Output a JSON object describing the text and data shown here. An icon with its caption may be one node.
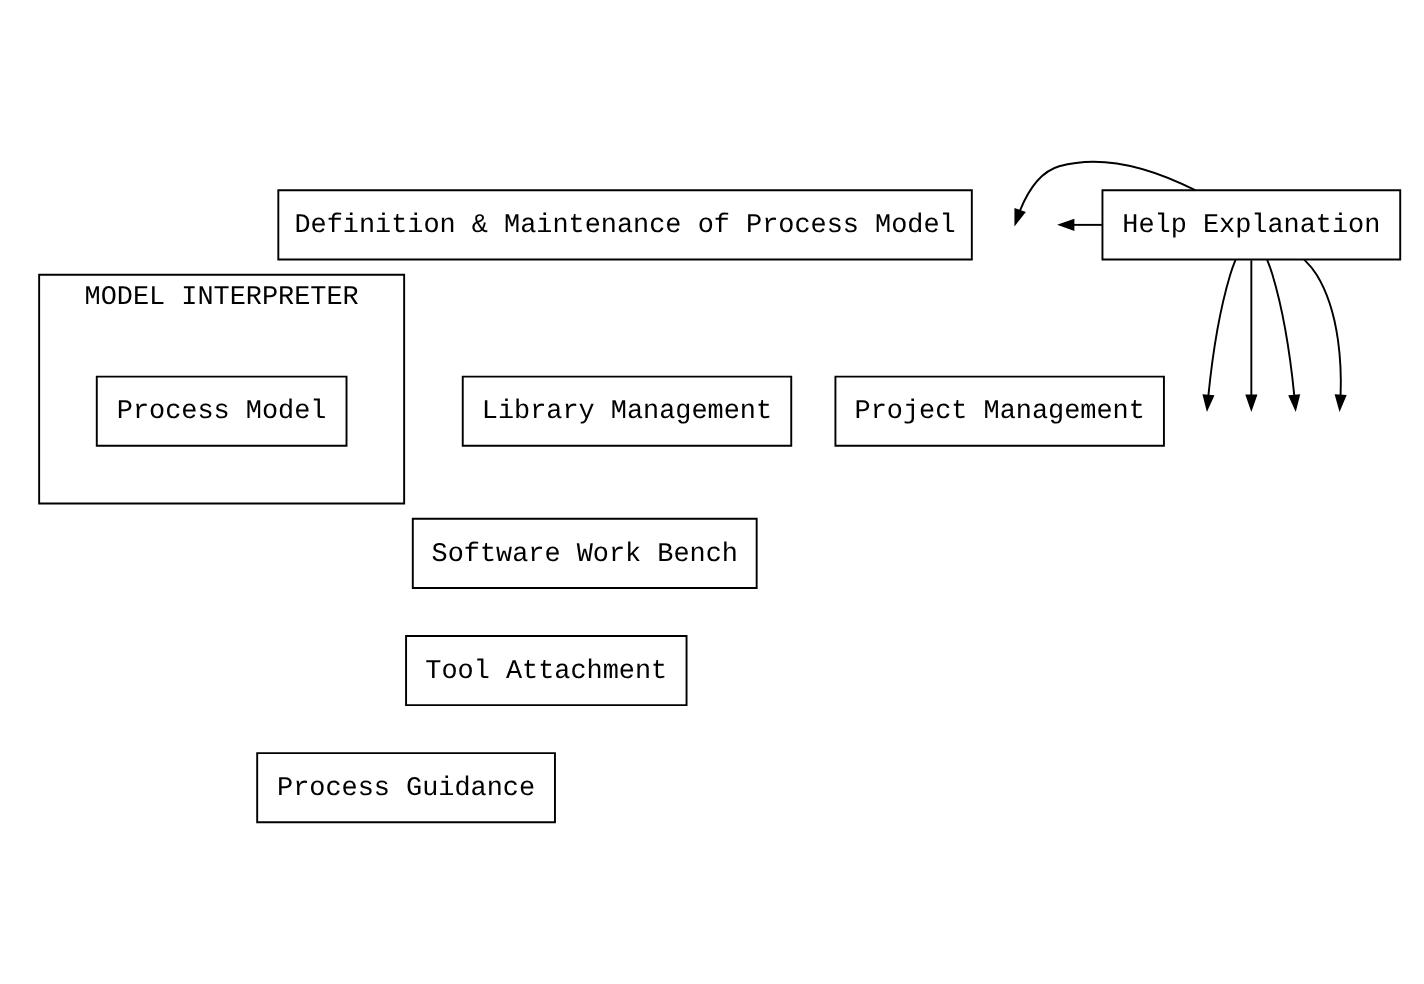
{
  "diagram": {
    "nodes": [
      {
        "text": [
          "Definition & Maintenance of Process Model"
        ]
      },
      {
        "text": [
          "Help Explanation"
        ]
      },
      {
        "text": [
          "MODEL INTERPRETER"
        ]
      },
      {
        "text": [
          "Process Model"
        ],
        "in": 2
      },
      {
        "text": [
          "Library Management"
        ]
      },
      {
        "text": [
          "Software Work Bench"
        ]
      },
      {
        "text": [
          "Tool Attachment"
        ]
      },
      {
        "text": [
          "Project Management"
        ]
      },
      {
        "text": [
          "Process Guidance"
        ]
      }
    ],
    "edges": [
      {
        "from": 1,
        "to": null,
        "arrow": "to"
      },
      {
        "from": 1,
        "to": null,
        "arrow": "to"
      },
      {
        "from": 1,
        "to": null,
        "arrow": "to"
      },
      {
        "from": 1,
        "to": null,
        "arrow": "to"
      },
      {
        "from": 1,
        "to": null,
        "arrow": "to"
      },
      {
        "from": 1,
        "to": null,
        "arrow": "to"
      }
    ]
  }
}
